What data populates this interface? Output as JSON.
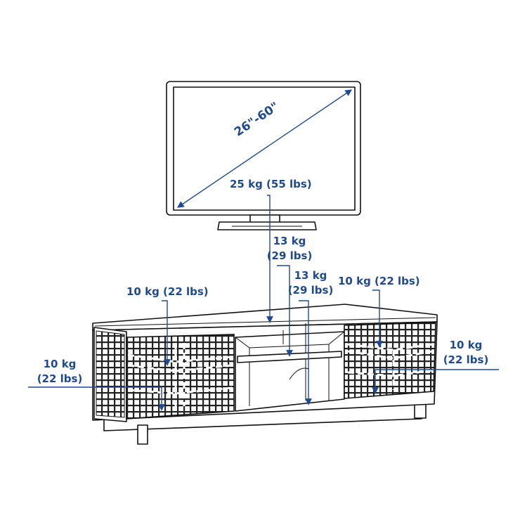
{
  "screen_size": "26\"-60\"",
  "loads": {
    "tv": "25 kg (55 lbs)",
    "top_kg": "13 kg",
    "top_lbs": "(29 lbs)",
    "shelf_kg": "13 kg",
    "shelf_lbs": "(29 lbs)",
    "left_drawer": "10 kg (22 lbs)",
    "left_shelf_kg": "10 kg",
    "left_shelf_lbs": "(22 lbs)",
    "right_drawer": "10 kg (22 lbs)",
    "right_shelf_kg": "10 kg",
    "right_shelf_lbs": "(22 lbs)"
  },
  "colors": {
    "annotation": "#1f4a8f",
    "line": "#111111"
  }
}
